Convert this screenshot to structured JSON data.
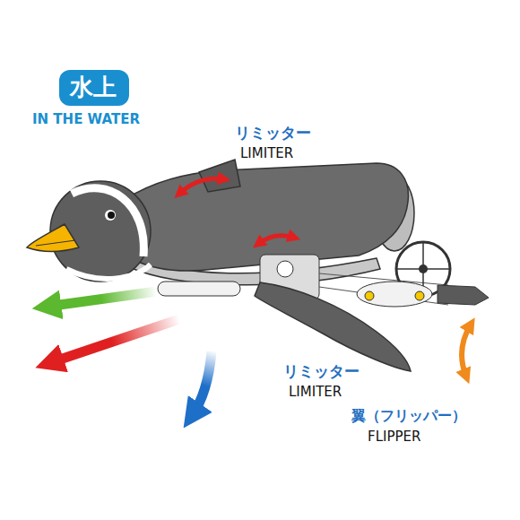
{
  "diagram": {
    "nodes": [
      {
        "text": [
          "水上"
        ]
      }
    ],
    "labels": [
      "IN THE WATER",
      "リミッター",
      "LIMITER",
      "リミッター",
      "LIMITER",
      "翼（フリッパー）",
      "FLIPPER"
    ]
  }
}
